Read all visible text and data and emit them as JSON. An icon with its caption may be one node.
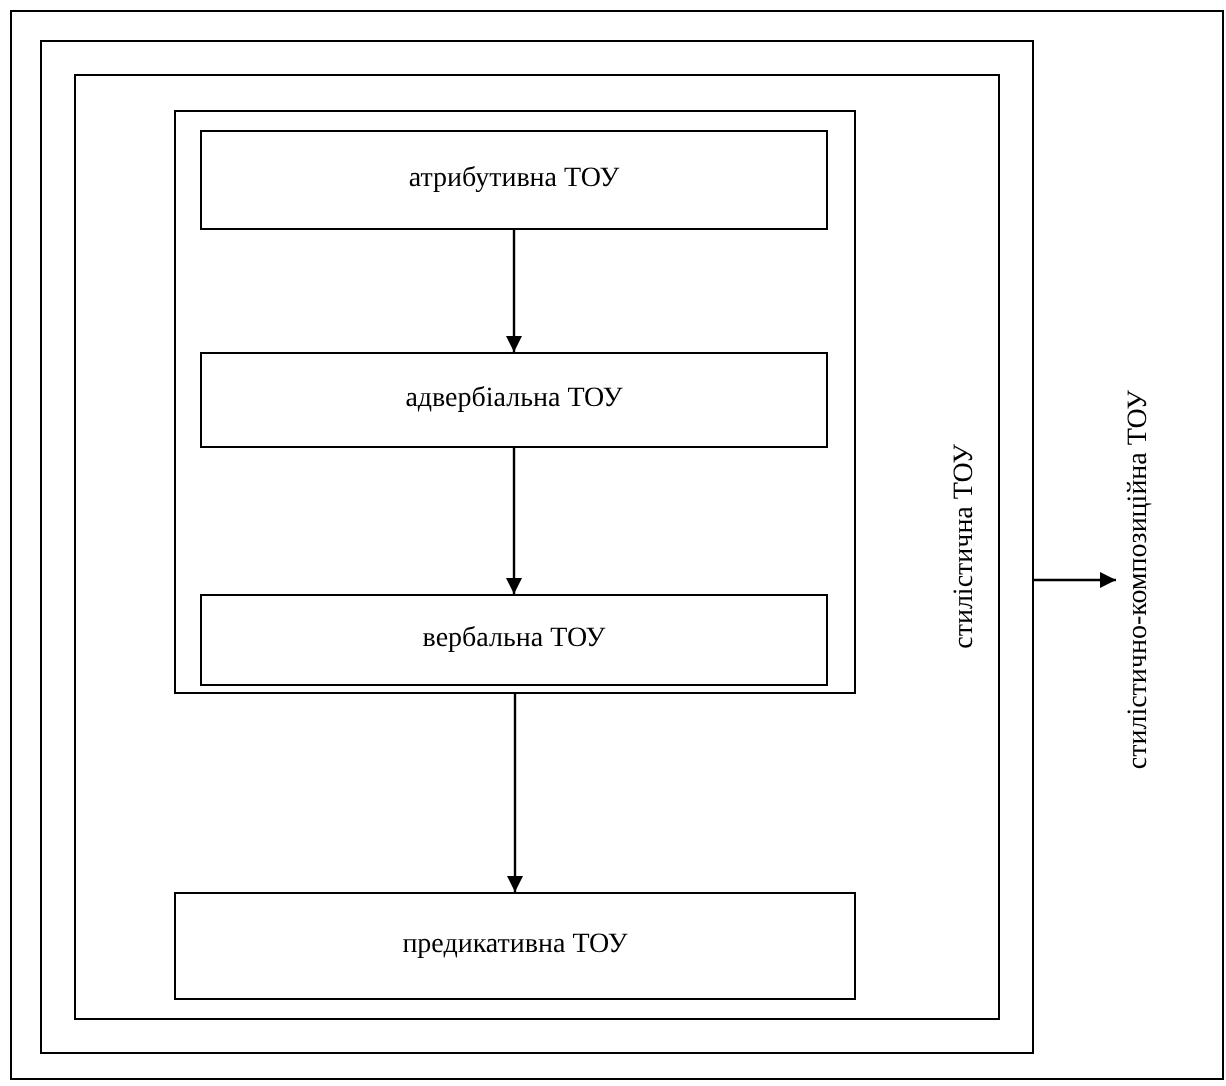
{
  "diagram": {
    "nodes": [
      {
        "text": [],
        "shape": "box"
      },
      {
        "text": [],
        "shape": "box",
        "in": 0
      },
      {
        "text": [
          "стилістична ТОУ"
        ],
        "in": 1
      },
      {
        "text": [],
        "shape": "box",
        "in": 2
      },
      {
        "text": [
          "атрибутивна ТОУ"
        ],
        "in": 3
      },
      {
        "text": [
          "адвербіальна ТОУ"
        ],
        "in": 3
      },
      {
        "text": [
          "вербальна ТОУ"
        ],
        "in": 3
      },
      {
        "text": [
          "предикативна ТОУ"
        ],
        "in": 2
      },
      {
        "text": [
          "стилістично-композиційна ТОУ"
        ],
        "in": 0
      }
    ],
    "edges": [
      {
        "from": 4,
        "to": 5,
        "arrow": "to"
      },
      {
        "from": 5,
        "to": 6,
        "arrow": "to"
      },
      {
        "from": 3,
        "to": 7,
        "arrow": "to"
      },
      {
        "from": 1,
        "to": 8,
        "arrow": "to"
      }
    ]
  }
}
